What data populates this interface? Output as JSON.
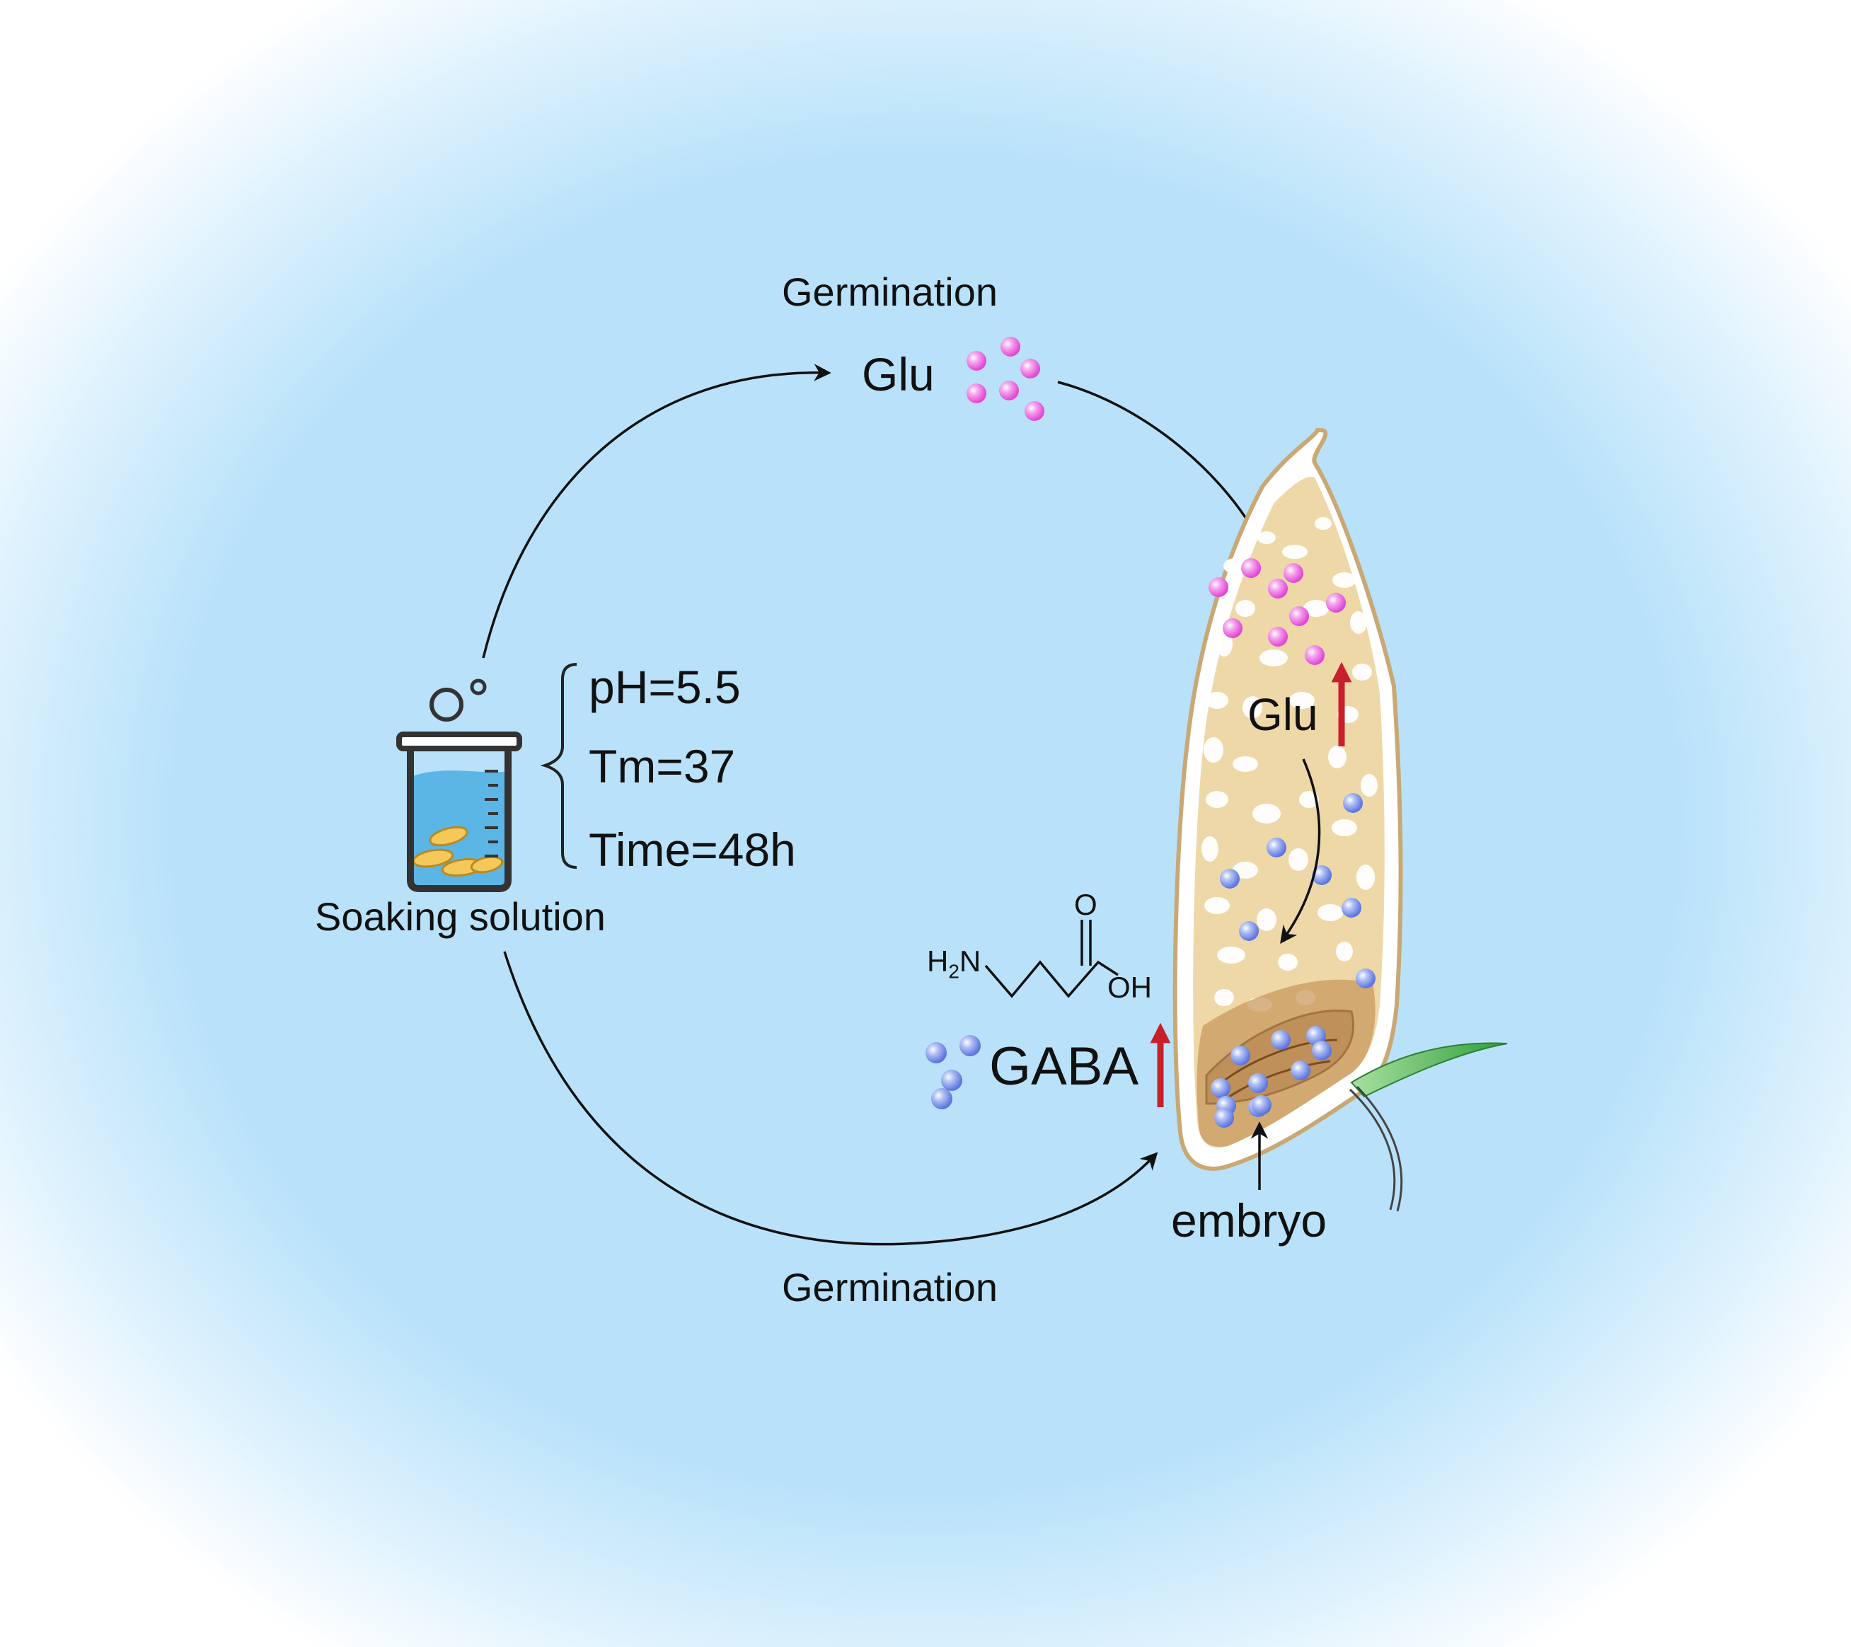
{
  "labels": {
    "germination_top": "Germination",
    "germination_bottom": "Germination",
    "glu_top": "Glu",
    "glu_seed": "Glu",
    "gaba": "GABA",
    "embryo": "embryo",
    "soaking": "Soaking solution"
  },
  "conditions": [
    "pH=5.5",
    "Tm=37",
    "Time=48h"
  ],
  "molecule": {
    "amine_h": "H",
    "amine_sub": "2",
    "amine_n": "N",
    "carbonyl_o": "O",
    "hydroxyl": "OH"
  },
  "colors": {
    "background_center": "#b9e2fa",
    "background_edge": "#ffffff",
    "glu_particle": "#ec6fe0",
    "gaba_particle": "#7b92ea",
    "seed_fill": "#efd8a8",
    "seed_outline": "#c9a874",
    "up_arrow": "#c8202a",
    "beaker_water": "#5bb6e6",
    "sprout": "#3bb046"
  }
}
